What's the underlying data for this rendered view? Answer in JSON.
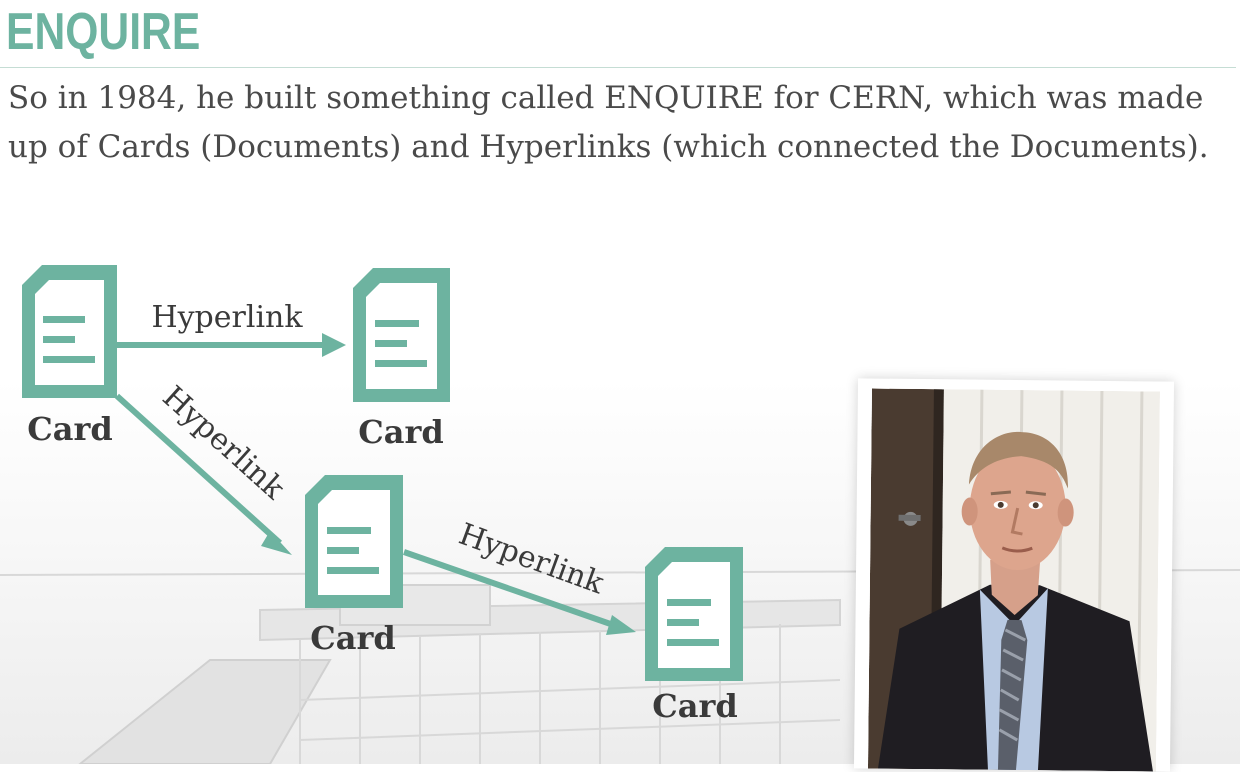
{
  "slide": {
    "title": "ENQUIRE",
    "intro": "So in 1984, he built something called ENQUIRE for CERN, which was made up of Cards (Documents) and Hyperlinks (which connected the Documents)."
  },
  "diagram": {
    "cards": [
      {
        "id": "card-1",
        "label": "Card"
      },
      {
        "id": "card-2",
        "label": "Card"
      },
      {
        "id": "card-3",
        "label": "Card"
      },
      {
        "id": "card-4",
        "label": "Card"
      }
    ],
    "links": [
      {
        "from": "card-1",
        "to": "card-2",
        "label": "Hyperlink"
      },
      {
        "from": "card-1",
        "to": "card-3",
        "label": "Hyperlink"
      },
      {
        "from": "card-3",
        "to": "card-4",
        "label": "Hyperlink"
      }
    ]
  },
  "colors": {
    "accent": "#6db3a0",
    "text": "#4a4a4a",
    "label": "#3a3a3a"
  },
  "images": {
    "photo": "portrait-photo",
    "background": "pier-background-photo"
  }
}
